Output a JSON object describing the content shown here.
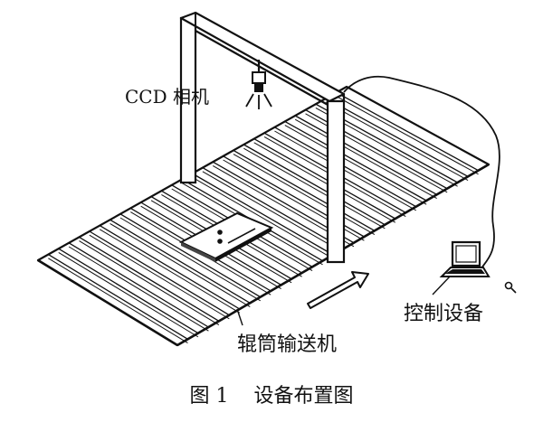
{
  "labels": {
    "camera": "CCD 相机",
    "control": "控制设备",
    "conveyor": "辊筒输送机",
    "caption": "图 1    设备布置图"
  },
  "colors": {
    "ink": "#111111",
    "paper": "#ffffff"
  }
}
